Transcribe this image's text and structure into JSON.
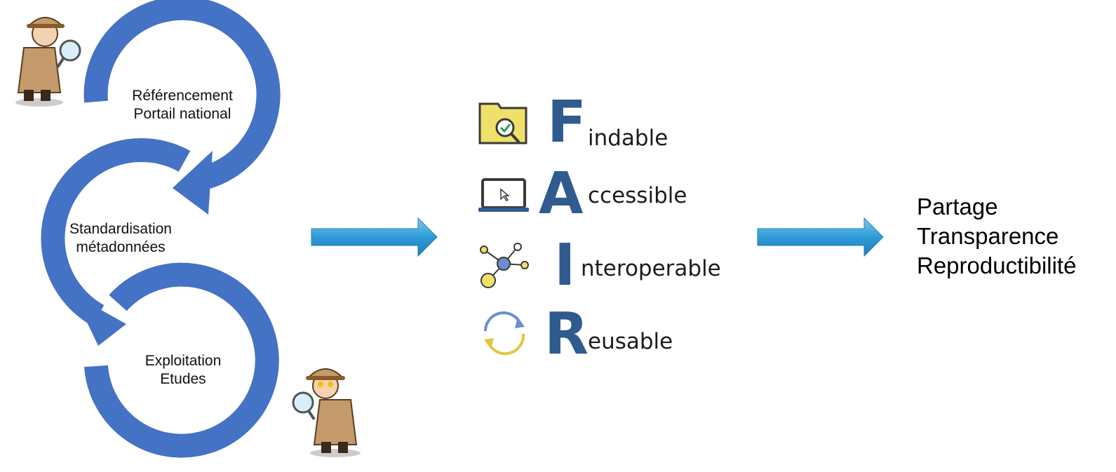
{
  "cycle": {
    "steps": [
      {
        "line1": "Référencement",
        "line2": "Portail national"
      },
      {
        "line1": "Standardisation",
        "line2": "métadonnées"
      },
      {
        "line1": "Exploitation",
        "line2": "Etudes"
      }
    ],
    "color": "#4472c4"
  },
  "fair": {
    "items": [
      {
        "letter": "F",
        "rest": "indable",
        "icon": "folder-search-icon"
      },
      {
        "letter": "A",
        "rest": "ccessible",
        "icon": "laptop-cursor-icon"
      },
      {
        "letter": "I",
        "rest": "nteroperable",
        "icon": "network-nodes-icon"
      },
      {
        "letter": "R",
        "rest": "eusable",
        "icon": "recycle-arrows-icon"
      }
    ],
    "letter_color": "#2f5b8f"
  },
  "outcomes": [
    "Partage",
    "Transparence",
    "Reproductibilité"
  ],
  "arrow_color": "#2e9bd6"
}
